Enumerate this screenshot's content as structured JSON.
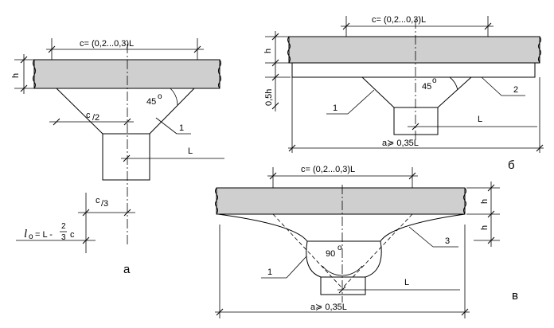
{
  "figure_a": {
    "dim_c": "c= (0,2...0,3)L",
    "dim_h": "h",
    "angle": "45",
    "deg": "o",
    "half_c_num": "c",
    "half_c_den": "/2",
    "marker_1": "1",
    "dim_L": "L",
    "third_c_num": "c",
    "third_c_den": "/3",
    "formula_l": "l",
    "formula_sub": "o",
    "formula_eq": "= L -",
    "formula_num": "2",
    "formula_den": "3",
    "formula_c": "c",
    "caption": "а"
  },
  "figure_b": {
    "dim_c": "c= (0,2...0,3)L",
    "dim_h": "h",
    "dim_05h": "0,5h",
    "angle": "45",
    "deg": "o",
    "marker_1": "1",
    "marker_2": "2",
    "dim_L": "L",
    "dim_a": "a≽ 0,35L",
    "caption": "б"
  },
  "figure_v": {
    "dim_c": "c= (0,2...0,3)L",
    "dim_h1": "h",
    "dim_h2": "h",
    "angle": "90",
    "deg": "o",
    "marker_1": "1",
    "marker_3": "3",
    "dim_L": "L",
    "dim_a": "a≽ 0,35L",
    "caption": "в"
  }
}
